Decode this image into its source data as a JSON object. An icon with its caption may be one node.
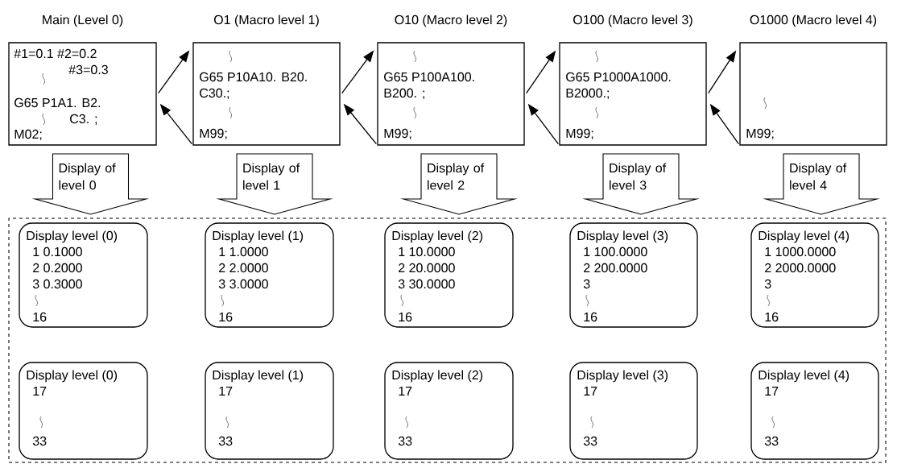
{
  "diagram": {
    "nodes": [
      {
        "text": [
          "Main (Level 0)",
          "#1=0.1 #2=0.2",
          "#3=0.3",
          "G65 P1A1. B2.",
          "C3.  ;",
          "M02;"
        ]
      },
      {
        "text": [
          "O1 (Macro level 1)",
          "G65 P10A10. B20.",
          "C30.;",
          "M99;"
        ]
      },
      {
        "text": [
          "O10 (Macro level 2)",
          "G65 P100A100.",
          "B200.  ;",
          "M99;"
        ]
      },
      {
        "text": [
          "O100 (Macro level 3)",
          "G65 P1000A1000.",
          "B2000.;",
          "M99;"
        ]
      },
      {
        "text": [
          "O1000 (Macro level 4)",
          "M99;"
        ]
      },
      {
        "text": [],
        "shape": "box"
      },
      {
        "text": [
          "Display level (0)",
          "1 0.1000",
          "2 0.2000",
          "3 0.3000",
          "16"
        ],
        "in": 5
      },
      {
        "text": [
          "Display level (1)",
          "1 1.0000",
          "2 2.0000",
          "3 3.0000",
          "16"
        ],
        "in": 5
      },
      {
        "text": [
          "Display level (2)",
          "1 10.0000",
          "2 20.0000",
          "3 30.0000",
          "16"
        ],
        "in": 5
      },
      {
        "text": [
          "Display level (3)",
          "1 100.0000",
          "2 200.0000",
          "3",
          "16"
        ],
        "in": 5
      },
      {
        "text": [
          "Display level (4)",
          "1 1000.0000",
          "2 2000.0000",
          "3",
          "16"
        ],
        "in": 5
      },
      {
        "text": [
          "Display level (0)",
          "17",
          "33"
        ],
        "in": 5
      },
      {
        "text": [
          "Display level (1)",
          "17",
          "33"
        ],
        "in": 5
      },
      {
        "text": [
          "Display level (2)",
          "17",
          "33"
        ],
        "in": 5
      },
      {
        "text": [
          "Display level (3)",
          "17",
          "33"
        ],
        "in": 5
      },
      {
        "text": [
          "Display level (4)",
          "17",
          "33"
        ],
        "in": 5
      }
    ],
    "edges": [
      {
        "from": 0,
        "to": 1,
        "arrow": "to"
      },
      {
        "from": 1,
        "to": 0,
        "arrow": "to"
      },
      {
        "from": 1,
        "to": 2,
        "arrow": "to"
      },
      {
        "from": 2,
        "to": 1,
        "arrow": "to"
      },
      {
        "from": 2,
        "to": 3,
        "arrow": "to"
      },
      {
        "from": 3,
        "to": 2,
        "arrow": "to"
      },
      {
        "from": 3,
        "to": 4,
        "arrow": "to"
      },
      {
        "from": 4,
        "to": 3,
        "arrow": "to"
      },
      {
        "from": 0,
        "to": 6,
        "arrow": "to",
        "label": "Display of level 0"
      },
      {
        "from": 1,
        "to": 7,
        "arrow": "to",
        "label": "Display of level 1"
      },
      {
        "from": 2,
        "to": 8,
        "arrow": "to",
        "label": "Display of level 2"
      },
      {
        "from": 3,
        "to": 9,
        "arrow": "to",
        "label": "Display of level 3"
      },
      {
        "from": 4,
        "to": 10,
        "arrow": "to",
        "label": "Display of level 4"
      }
    ]
  }
}
